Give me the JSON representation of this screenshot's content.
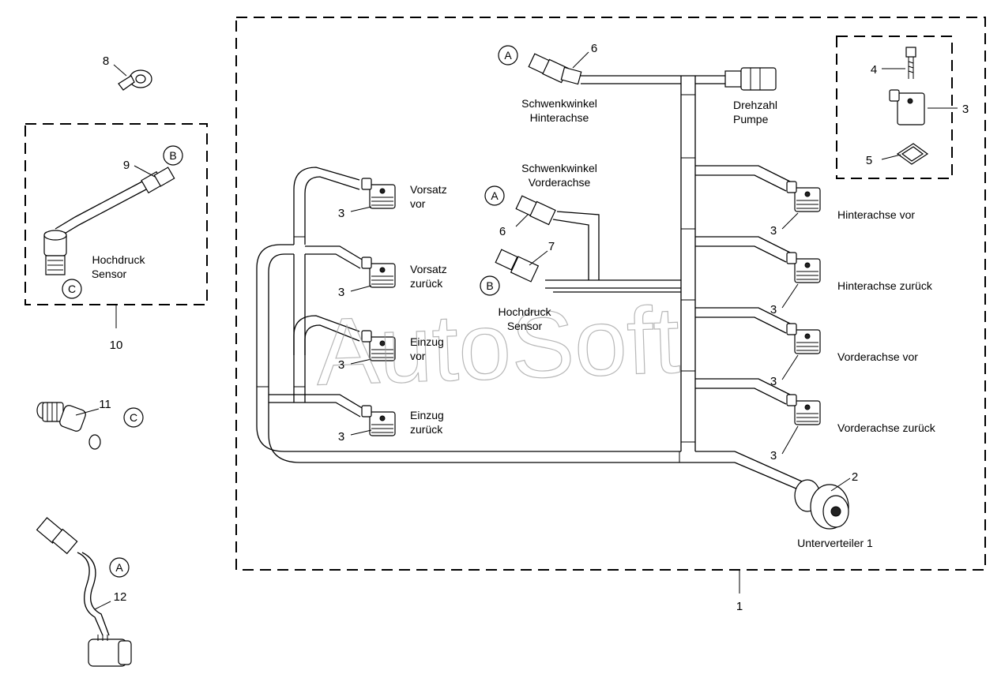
{
  "watermark": "AutoSoft",
  "labels": {
    "schwenk_hinten": [
      "Schwenkwinkel",
      "Hinterachse"
    ],
    "drehzahl": [
      "Drehzahl",
      "Pumpe"
    ],
    "schwenk_vorne": [
      "Schwenkwinkel",
      "Vorderachse"
    ],
    "vorsatz_vor": [
      "Vorsatz",
      "vor"
    ],
    "vorsatz_zurueck": [
      "Vorsatz",
      "zurück"
    ],
    "hochdruck_main": [
      "Hochdruck",
      "Sensor"
    ],
    "einzug_vor": [
      "Einzug",
      "vor"
    ],
    "einzug_zurueck": [
      "Einzug",
      "zurück"
    ],
    "hinterachse_vor": "Hinterachse vor",
    "hinterachse_zurueck": "Hinterachse zurück",
    "vorderachse_vor": "Vorderachse vor",
    "vorderachse_zurueck": "Vorderachse zurück",
    "unterverteiler": "Unterverteiler 1",
    "hochdruck_side": [
      "Hochdruck",
      "Sensor"
    ]
  },
  "numbers": {
    "n1": "1",
    "n2": "2",
    "n3": "3",
    "n4": "4",
    "n5": "5",
    "n6": "6",
    "n7": "7",
    "n8": "8",
    "n9": "9",
    "n10": "10",
    "n11": "11",
    "n12": "12"
  },
  "callouts": {
    "A": "A",
    "B": "B",
    "C": "C"
  }
}
